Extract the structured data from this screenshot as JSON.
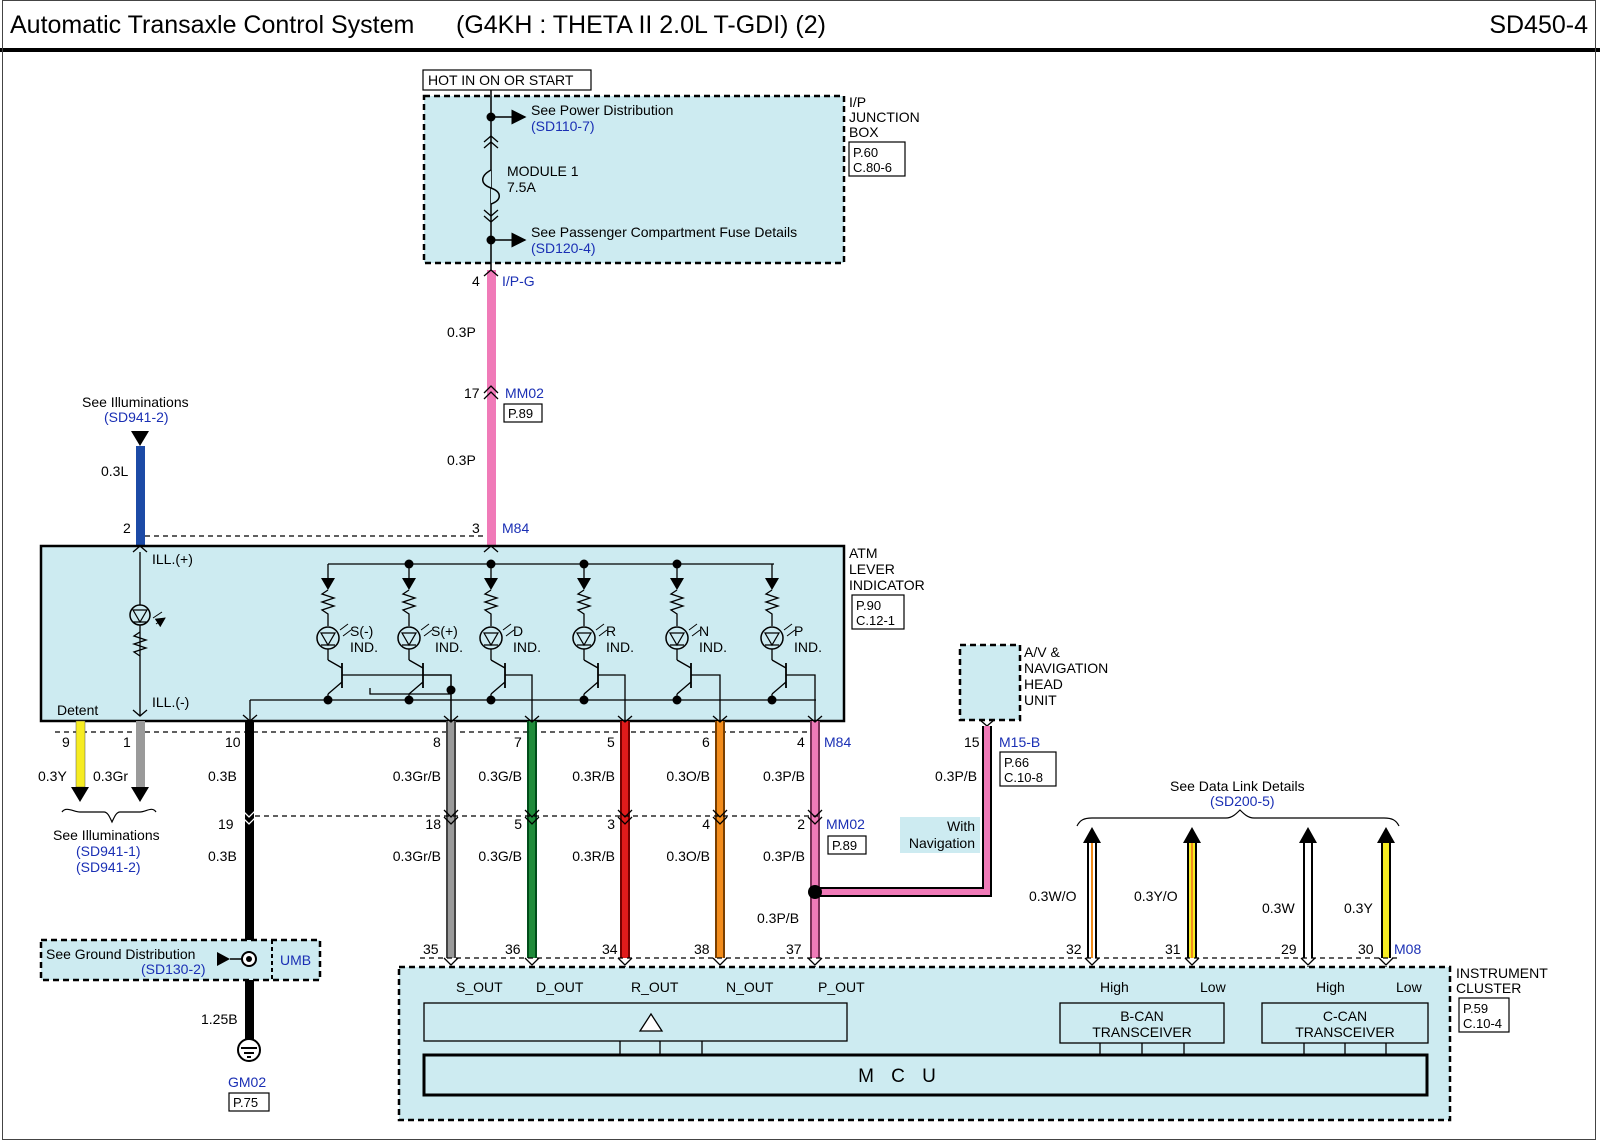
{
  "header": {
    "title": "Automatic Transaxle Control System      (G4KH : THETA II 2.0L T-GDI) (2)",
    "page_code": "SD450-4"
  },
  "power": {
    "hot_label": "HOT IN ON OR START",
    "see_power": "See Power Distribution",
    "see_power_ref": "(SD110-7)",
    "fuse_name": "MODULE 1",
    "fuse_rating": "7.5A",
    "see_fuse": "See Passenger Compartment Fuse Details",
    "see_fuse_ref": "(SD120-4)",
    "jbox_line1": "I/P",
    "jbox_line2": "JUNCTION",
    "jbox_line3": "BOX",
    "jbox_p": "P.60",
    "jbox_c": "C.80-6"
  },
  "top_wire": {
    "pin_ipg": "4",
    "conn_ipg": "I/P-G",
    "wire1": "0.3P",
    "pin_mm02": "17",
    "conn_mm02": "MM02",
    "mm02_p": "P.89",
    "wire2": "0.3P",
    "pin_m84": "3",
    "conn_m84": "M84"
  },
  "illum_top": {
    "see": "See Illuminations",
    "ref": "(SD941-2)",
    "wire": "0.3L",
    "pin": "2"
  },
  "lever": {
    "name1": "ATM",
    "name2": "LEVER",
    "name3": "INDICATOR",
    "p": "P.90",
    "c": "C.12-1",
    "ill_plus": "ILL.(+)",
    "ill_minus": "ILL.(-)",
    "detent": "Detent",
    "ind_label": "IND.",
    "leds": [
      "S(-)",
      "S(+)",
      "D",
      "R",
      "N",
      "P"
    ]
  },
  "bottom_pins": {
    "p9": "9",
    "p1": "1",
    "p10": "10",
    "p8": "8",
    "p7": "7",
    "p5": "5",
    "p6": "6",
    "p4": "4",
    "conn_m84": "M84",
    "w9": "0.3Y",
    "w1": "0.3Gr",
    "w10": "0.3B",
    "w8": "0.3Gr/B",
    "w7": "0.3G/B",
    "w5": "0.3R/B",
    "w6": "0.3O/B",
    "w4": "0.3P/B"
  },
  "illum_bottom": {
    "see": "See Illuminations",
    "ref1": "(SD941-1)",
    "ref2": "(SD941-2)"
  },
  "mm02_row": {
    "p19": "19",
    "p18": "18",
    "p5": "5",
    "p3": "3",
    "p4": "4",
    "p2": "2",
    "conn": "MM02",
    "p_ref": "P.89",
    "w19": "0.3B",
    "w18": "0.3Gr/B",
    "w5": "0.3G/B",
    "w3": "0.3R/B",
    "w4": "0.3O/B",
    "w2": "0.3P/B",
    "w2b": "0.3P/B"
  },
  "nav": {
    "line1": "A/V &",
    "line2": "NAVIGATION",
    "line3": "HEAD",
    "line4": "UNIT",
    "pin": "15",
    "conn": "M15-B",
    "p": "P.66",
    "c": "C.10-8",
    "wire": "0.3P/B",
    "with1": "With",
    "with2": "Navigation"
  },
  "ground": {
    "see": "See Ground Distribution",
    "ref": "(SD130-2)",
    "umb": "UMB",
    "wire": "1.25B",
    "name": "GM02",
    "p": "P.75"
  },
  "datalink": {
    "see": "See Data Link Details",
    "ref": "(SD200-5)",
    "w32": "0.3W/O",
    "w31": "0.3Y/O",
    "w29": "0.3W",
    "w30": "0.3Y",
    "p32": "32",
    "p31": "31",
    "p29": "29",
    "p30": "30",
    "conn": "M08"
  },
  "cluster": {
    "name1": "INSTRUMENT",
    "name2": "CLUSTER",
    "p": "P.59",
    "c": "C.10-4",
    "p35": "35",
    "p36": "36",
    "p34": "34",
    "p38": "38",
    "p37": "37",
    "s_out": "S_OUT",
    "d_out": "D_OUT",
    "r_out": "R_OUT",
    "n_out": "N_OUT",
    "p_out": "P_OUT",
    "high": "High",
    "low": "Low",
    "bcan1": "B-CAN",
    "bcan2": "TRANSCEIVER",
    "ccan1": "C-CAN",
    "ccan2": "TRANSCEIVER",
    "mcu": "M C U"
  }
}
